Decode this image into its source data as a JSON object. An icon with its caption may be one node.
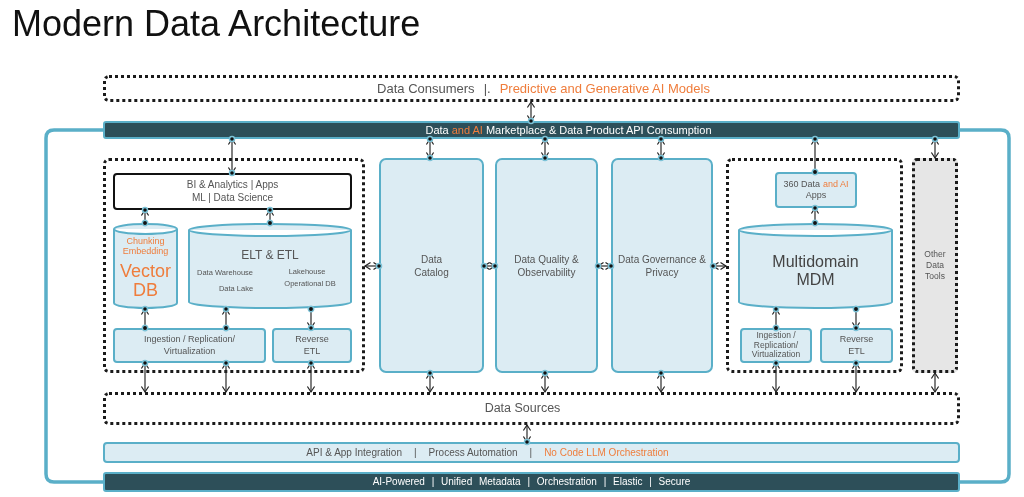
{
  "diagram": {
    "title": "Modern Data Architecture",
    "nodes": [
      {
        "text": [
          "Data Consumers",
          "|.",
          "Predictive and Generative AI Models"
        ]
      },
      {
        "text": [
          "Data",
          "and AI",
          "Marketplace & Data Product API Consumption"
        ]
      },
      {
        "text": [],
        "shape": "box"
      },
      {
        "text": [
          "BI & Analytics | Apps ML | Data Science"
        ],
        "in": 2
      },
      {
        "text": [
          "Chunking Embedding",
          "Vector DB"
        ],
        "in": 2
      },
      {
        "text": [
          "ELT & ETL",
          "Data Warehouse",
          "Lakehouse",
          "Data Lake",
          "Operational DB"
        ],
        "in": 2
      },
      {
        "text": [
          "Ingestion / Replication/ Virtualization"
        ],
        "in": 2
      },
      {
        "text": [
          "Reverse ETL"
        ],
        "in": 2
      },
      {
        "text": [
          "Data Catalog"
        ]
      },
      {
        "text": [
          "Data Quality & Observability"
        ]
      },
      {
        "text": [
          "Data Governance & Privacy"
        ]
      },
      {
        "text": [],
        "shape": "box"
      },
      {
        "text": [
          "360 Data",
          "and AI",
          "Apps"
        ],
        "in": 11
      },
      {
        "text": [
          "Multidomain MDM"
        ],
        "in": 11
      },
      {
        "text": [
          "Ingestion / Replication/ Virtualization"
        ],
        "in": 11
      },
      {
        "text": [
          "Reverse ETL"
        ],
        "in": 11
      },
      {
        "text": [
          "Other Data Tools"
        ]
      },
      {
        "text": [
          "Data Sources"
        ]
      },
      {
        "text": [
          "API & App Integration",
          "|",
          "Process Automation",
          "|",
          "No Code LLM Orchestration"
        ]
      },
      {
        "text": [
          "AI-Powered | Unified Metadata | Orchestration | Elastic | Secure"
        ]
      }
    ],
    "edges": [
      {
        "from": 0,
        "to": 1,
        "arrow": "both"
      },
      {
        "from": 1,
        "to": 3,
        "arrow": "both"
      },
      {
        "from": 1,
        "to": 8,
        "arrow": "both"
      },
      {
        "from": 1,
        "to": 9,
        "arrow": "both"
      },
      {
        "from": 1,
        "to": 10,
        "arrow": "both"
      },
      {
        "from": 12,
        "to": 1,
        "arrow": "to"
      },
      {
        "from": 1,
        "to": 16,
        "arrow": "both"
      },
      {
        "from": 4,
        "to": 3,
        "arrow": "to"
      },
      {
        "from": 5,
        "to": 3,
        "arrow": "to"
      },
      {
        "from": 6,
        "to": 4,
        "arrow": "to"
      },
      {
        "from": 6,
        "to": 5,
        "arrow": "to"
      },
      {
        "from": 5,
        "to": 7,
        "arrow": "to"
      },
      {
        "from": 6,
        "to": 17,
        "arrow": "both"
      },
      {
        "from": 6,
        "to": 17,
        "arrow": "both"
      },
      {
        "from": 7,
        "to": 17,
        "arrow": "both"
      },
      {
        "from": 2,
        "to": 8,
        "arrow": "both"
      },
      {
        "from": 8,
        "to": 9,
        "arrow": "both"
      },
      {
        "from": 9,
        "to": 10,
        "arrow": "both"
      },
      {
        "from": 10,
        "to": 11,
        "arrow": "both"
      },
      {
        "from": 8,
        "to": 17,
        "arrow": "both"
      },
      {
        "from": 9,
        "to": 17,
        "arrow": "both"
      },
      {
        "from": 10,
        "to": 17,
        "arrow": "both"
      },
      {
        "from": 13,
        "to": 12,
        "arrow": "to"
      },
      {
        "from": 14,
        "to": 13,
        "arrow": "to"
      },
      {
        "from": 13,
        "to": 15,
        "arrow": "to"
      },
      {
        "from": 14,
        "to": 17,
        "arrow": "both"
      },
      {
        "from": 15,
        "to": 17,
        "arrow": "both"
      },
      {
        "from": 16,
        "to": 17,
        "arrow": "both"
      },
      {
        "from": 17,
        "to": 18,
        "arrow": "both"
      },
      {
        "from": 1,
        "to": 19,
        "arrow": "none",
        "style": "thick",
        "color": "#5aafc8"
      },
      {
        "from": 1,
        "to": 19,
        "arrow": "none",
        "style": "thick",
        "color": "#5aafc8"
      }
    ]
  }
}
